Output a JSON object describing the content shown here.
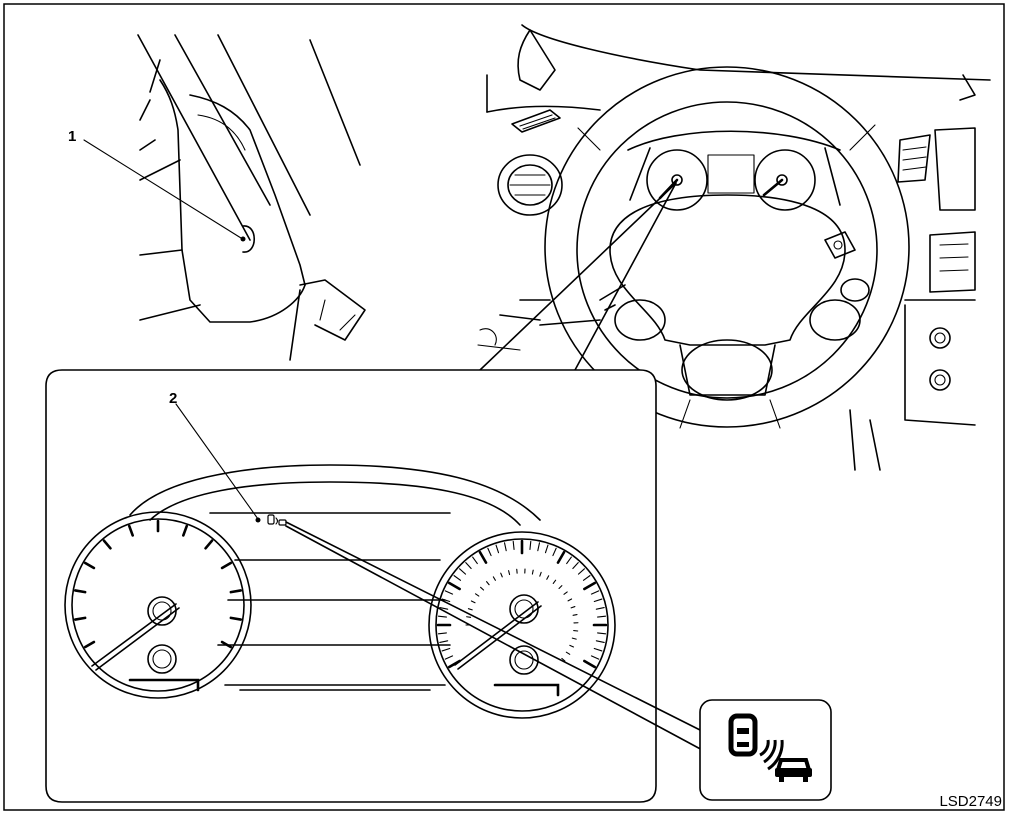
{
  "callouts": {
    "label_1": "1",
    "label_2": "2"
  },
  "figure_code": "LSD2749",
  "icons": {
    "inset_icon": "blind-spot-warning-indicator-icon",
    "sensor_icon": "sensor-oval-icon"
  },
  "colors": {
    "line": "#000000",
    "background": "#ffffff"
  }
}
